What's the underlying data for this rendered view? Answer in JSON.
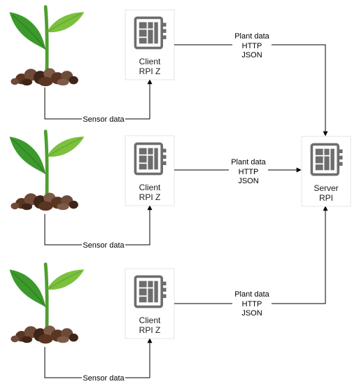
{
  "diagram": {
    "colors": {
      "leaf_dark": "#3c9a2c",
      "leaf_light": "#7cc13e",
      "stem": "#4e9f2d",
      "soil": [
        "#5a3522",
        "#6e4a38",
        "#3f2418",
        "#7c5a47"
      ],
      "chip_icon": "#6d6d6d",
      "node_border": "#e6e6e6",
      "line": "#000000"
    },
    "icons": {
      "plant": "plant-sprout-icon",
      "board": "chip-board-icon"
    },
    "clients": [
      {
        "line1": "Client",
        "line2": "RPI Z",
        "sensor_label": "Sensor data",
        "link": {
          "line1": "Plant data",
          "line2": "HTTP",
          "line3": "JSON"
        }
      },
      {
        "line1": "Client",
        "line2": "RPI Z",
        "sensor_label": "Sensor data",
        "link": {
          "line1": "Plant data",
          "line2": "HTTP",
          "line3": "JSON"
        }
      },
      {
        "line1": "Client",
        "line2": "RPI Z",
        "sensor_label": "Sensor data",
        "link": {
          "line1": "Plant data",
          "line2": "HTTP",
          "line3": "JSON"
        }
      }
    ],
    "server": {
      "line1": "Server",
      "line2": "RPI"
    }
  }
}
